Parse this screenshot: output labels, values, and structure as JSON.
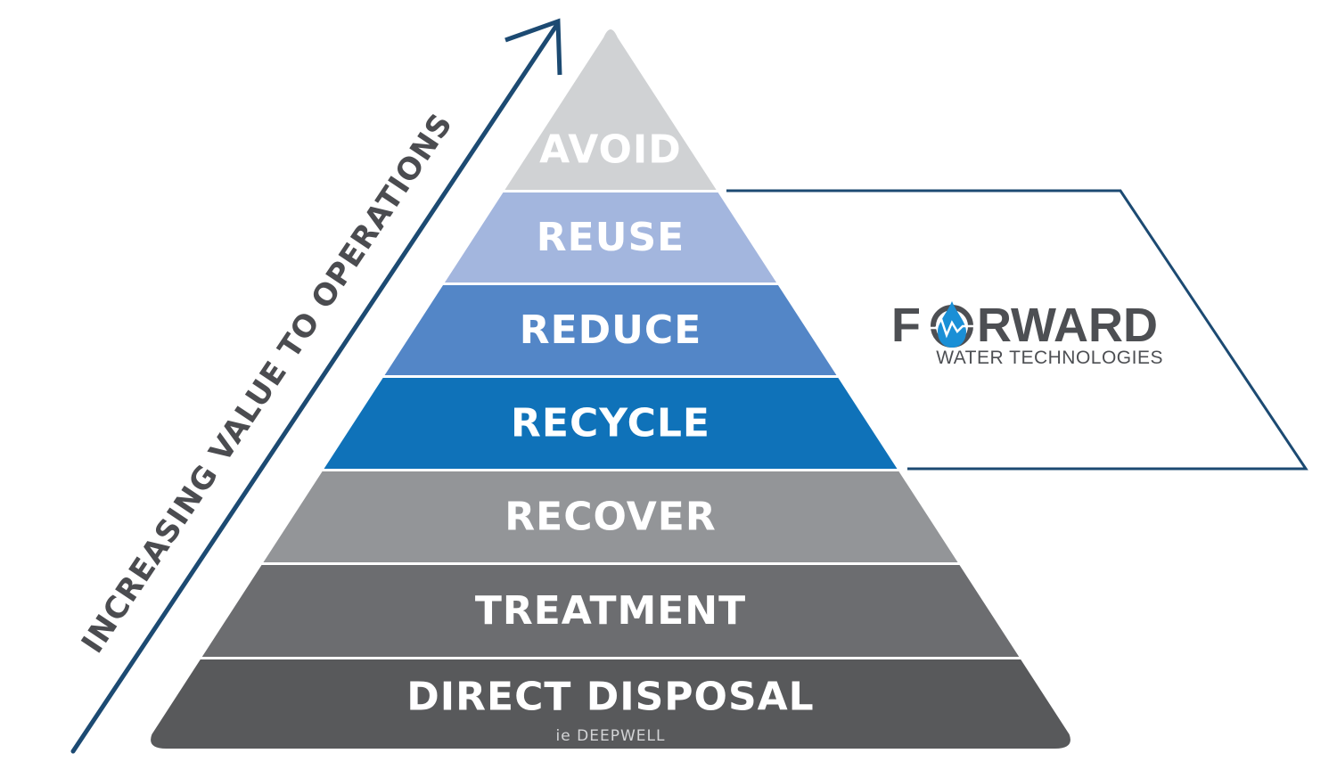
{
  "diagram": {
    "axis": {
      "label": "INCREASING VALUE TO OPERATIONS",
      "color": "#1c4a72"
    },
    "tiers": [
      {
        "label": "AVOID",
        "sublabel": "",
        "color": "#d0d2d4"
      },
      {
        "label": "REUSE",
        "sublabel": "",
        "color": "#a3b6de"
      },
      {
        "label": "REDUCE",
        "sublabel": "",
        "color": "#5386c7"
      },
      {
        "label": "RECYCLE",
        "sublabel": "",
        "color": "#0f72b9"
      },
      {
        "label": "RECOVER",
        "sublabel": "",
        "color": "#939598"
      },
      {
        "label": "TREATMENT",
        "sublabel": "",
        "color": "#6c6d70"
      },
      {
        "label": "DIRECT DISPOSAL",
        "sublabel": "ie DEEPWELL",
        "color": "#58595b"
      }
    ],
    "callout": {
      "spans_tiers": [
        "REUSE",
        "REDUCE",
        "RECYCLE"
      ],
      "border_color": "#1c4a72"
    },
    "logo": {
      "name_prefix": "F",
      "name_suffix": "RWARD",
      "tagline": "WATER TECHNOLOGIES",
      "text_color": "#4d4f53",
      "accent_color": "#1a8fd6"
    }
  }
}
